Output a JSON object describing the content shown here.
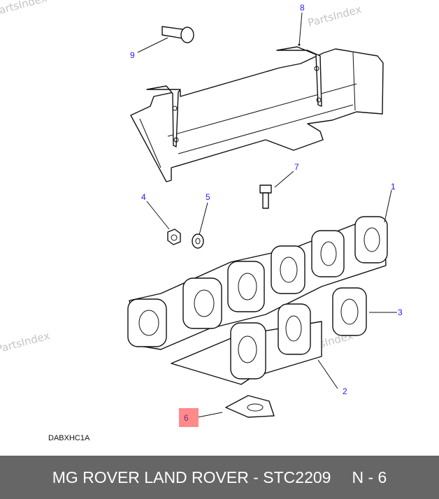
{
  "watermark": "PartsIndex",
  "diagram_code": "DABXHC1A",
  "callouts": [
    "1",
    "2",
    "3",
    "4",
    "5",
    "6",
    "7",
    "8",
    "9"
  ],
  "selected_callout": "6",
  "highlight_color": "#ff8a8a",
  "footer": {
    "title": "MG ROVER LAND ROVER - STC2209",
    "page": "N - 6"
  }
}
